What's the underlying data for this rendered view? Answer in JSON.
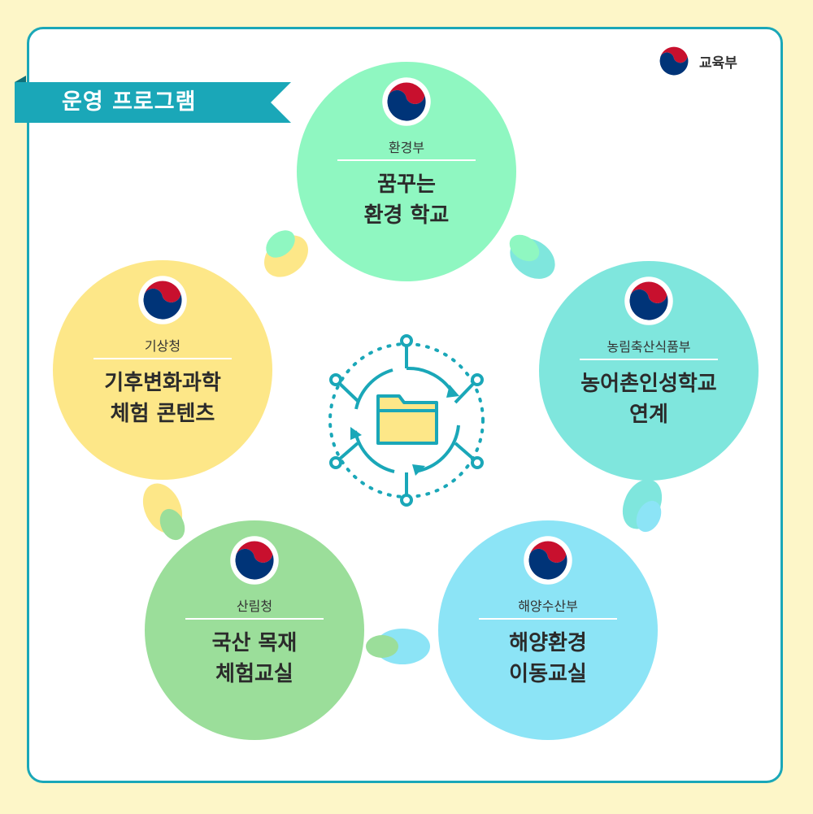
{
  "banner": {
    "title": "운영 프로그램"
  },
  "ministry": {
    "name": "교육부"
  },
  "colors": {
    "background": "#fdf6c8",
    "border": "#1aa7b8",
    "banner": "#1aa7b8",
    "emblem_red": "#c8102e",
    "emblem_blue": "#003478"
  },
  "programs": [
    {
      "agency": "환경부",
      "lines": [
        "꿈꾸는",
        "환경 학교"
      ],
      "color": "#8ff7c1"
    },
    {
      "agency": "농림축산식품부",
      "lines": [
        "농어촌인성학교",
        "연계"
      ],
      "color": "#7fe6dd"
    },
    {
      "agency": "해양수산부",
      "lines": [
        "해양환경",
        "이동교실"
      ],
      "color": "#8ce4f6"
    },
    {
      "agency": "산림청",
      "lines": [
        "국산 목재",
        "체험교실"
      ],
      "color": "#9bde9a"
    },
    {
      "agency": "기상청",
      "lines": [
        "기후변화과학",
        "체험 콘텐츠"
      ],
      "color": "#fde788"
    }
  ],
  "icons": {
    "center": "folder-cycle-icon",
    "emblem": "taegeuk-emblem-icon",
    "connector": "handshake-icon"
  }
}
